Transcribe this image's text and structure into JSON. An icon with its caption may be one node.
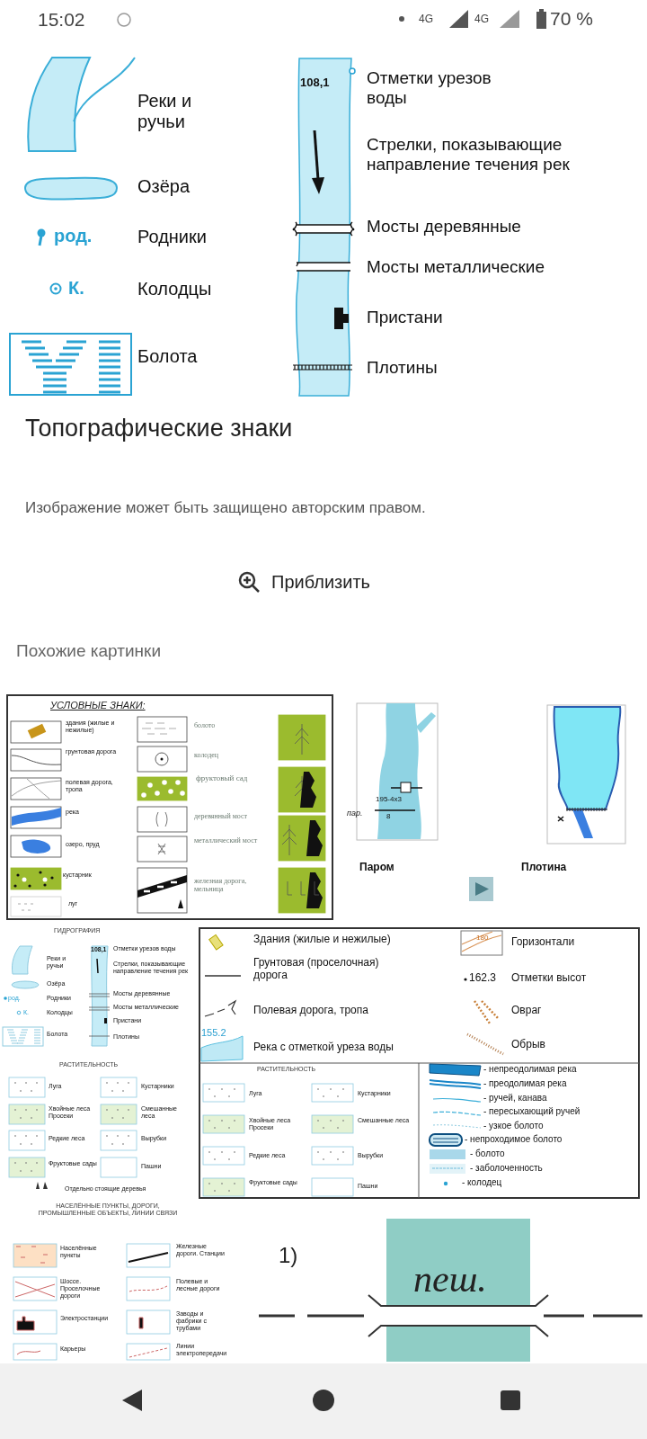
{
  "diagram": {
    "title": "Топографические знаки",
    "labels": [
      "15:02",
      "4G",
      "4G",
      "70 %",
      "Реки и ручьи",
      "108,1",
      "Отметки урезов воды",
      "Стрелки, показывающие направление течения рек",
      "Озёра",
      "род.",
      "Родники",
      "Мосты деревянные",
      "К.",
      "Колодцы",
      "Мосты металлические",
      "Пристани",
      "Болота",
      "Плотины",
      "Изображение может быть защищено авторским правом.",
      "Приблизить",
      "Похожие картинки",
      "УСЛОВНЫЕ ЗНАКИ:",
      "здания (жилые и нежилые)",
      "грунтовая дорога",
      "полевая дорога, тропа",
      "река",
      "озеро, пруд",
      "кустарник",
      "луг",
      "болото",
      "колодец",
      "фруктовый сад",
      "деревянный мост",
      "металлический мост",
      "железная дорога, мельница",
      "пар.",
      "195-4x3",
      "8",
      "Паром",
      "Плотина",
      "ГИДРОГРАФИЯ",
      "Реки и ручьи",
      "108,1",
      "Отметки урезов воды",
      "Стрелки, показывающие направление течения рек",
      "Озёра",
      "род.",
      "Родники",
      "Мосты деревянные",
      "К.",
      "Колодцы",
      "Мосты металлические",
      "Пристани",
      "Болота",
      "Плотины",
      "РАСТИТЕЛЬНОСТЬ",
      "Луга",
      "Кустарники",
      "Хвойные леса Просеки",
      "Смешанные леса",
      "Редкие леса",
      "Вырубки",
      "Фруктовые сады",
      "Пашни",
      "Отдельно стоящие деревья",
      "Здания (жилые и нежилые)",
      "Горизонтали",
      "180",
      "Грунтовая (проселочная) дорога",
      "162.3",
      "Отметки высот",
      "Полевая дорога, тропа",
      "Овраг",
      "155.2",
      "Река с отметкой уреза воды",
      "Обрыв",
      "РАСТИТЕЛЬНОСТЬ",
      "Луга",
      "Кустарники",
      "Хвойные леса Просеки",
      "Смешанные леса",
      "Редкие леса",
      "Вырубки",
      "Фруктовые сады",
      "Пашни",
      "- непреодолимая река",
      "- преодолимая река",
      "- ручей, канава",
      "- пересыхающий ручей",
      "- узкое болото",
      "- непроходимое болото",
      "- болото",
      "- заболоченность",
      "- колодец",
      "НАСЕЛЁННЫЕ ПУНКТЫ, ДОРОГИ, ПРОМЫШЛЕННЫЕ ОБЪЕКТЫ, ЛИНИИ СВЯЗИ",
      "Населённые пункты",
      "Железные дороги. Станции",
      "Шоссе. Проселочные дороги",
      "Полевые и лесные дороги",
      "Электростанции",
      "Заводы и фабрики с трубами",
      "Карьеры",
      "Линии электропередачи",
      "1)",
      "пеш."
    ]
  }
}
